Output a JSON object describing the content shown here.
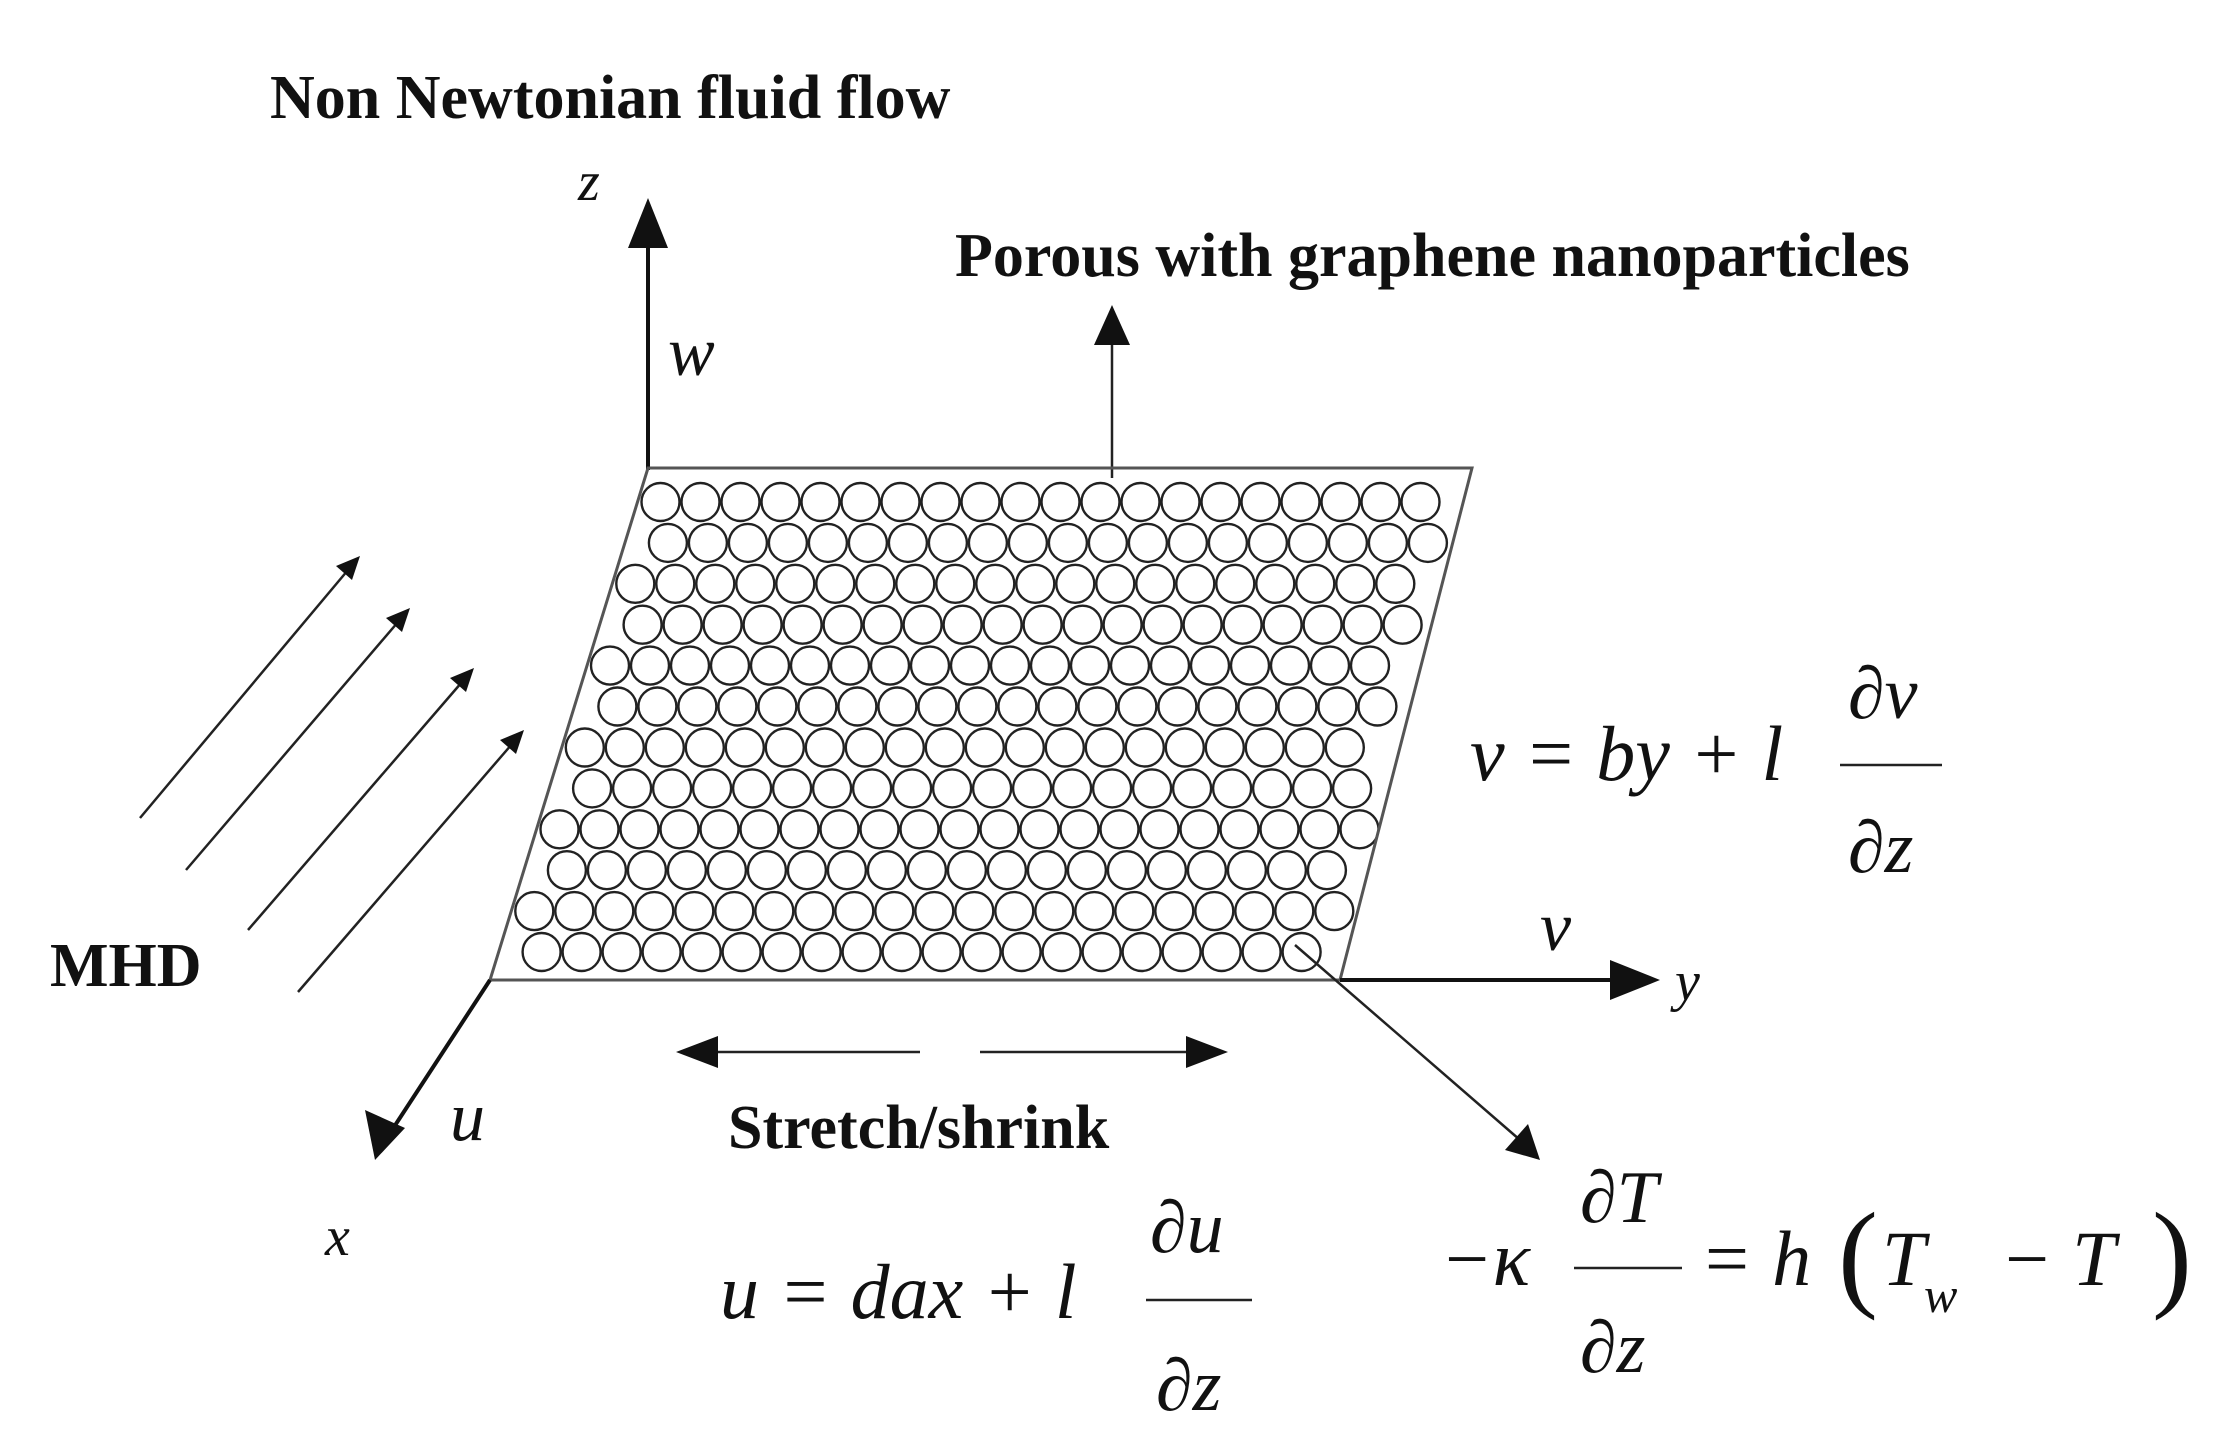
{
  "labels": {
    "title": "Non Newtonian fluid flow",
    "porous": "Porous with graphene nanoparticles",
    "mhd": "MHD",
    "stretch": "Stretch/shrink"
  },
  "axes": {
    "z": "z",
    "y": "y",
    "x": "x",
    "w": "w",
    "v": "v",
    "u": "u"
  },
  "equations": {
    "v_bc": {
      "lhs": "v = by + l",
      "num": "∂v",
      "den": "∂z"
    },
    "u_bc": {
      "lhs": "u = dax + l",
      "num": "∂u",
      "den": "∂z"
    },
    "heat_bc": {
      "lhs": "−κ",
      "num": "∂T",
      "den": "∂z",
      "rhs_pre": "= h",
      "Tw": "T",
      "Tw_sub": "w",
      "rhs_post": "− T"
    }
  },
  "colors": {
    "ink": "#111111",
    "background": "#ffffff"
  }
}
